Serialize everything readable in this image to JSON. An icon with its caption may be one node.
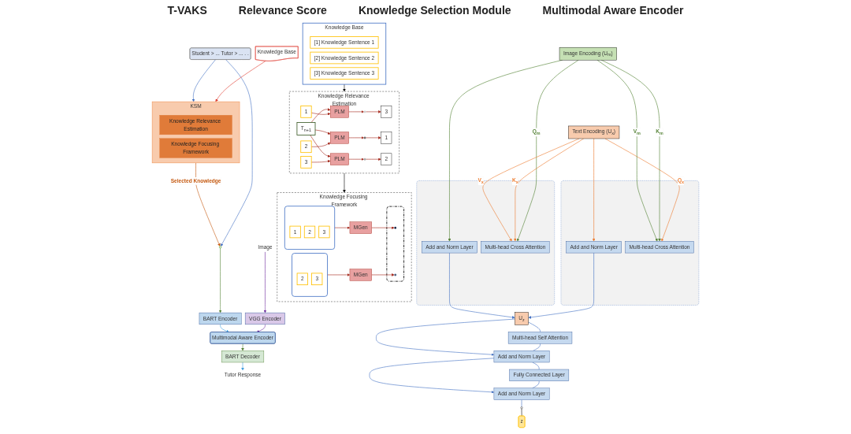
{
  "diagram": {
    "nodes": [
      {
        "text": [
          "Knowledge Base"
        ]
      },
      {
        "text": [
          "KSM"
        ]
      },
      {
        "text": [
          "Knowledge Relevance Estimation"
        ],
        "in": 1
      },
      {
        "text": [
          "Knowledge Focusing Framework"
        ],
        "in": 1
      },
      {
        "text": [
          "Student > ... Tutor > ... . ."
        ]
      },
      {
        "text": [],
        "shape": "circle"
      },
      {
        "text": [
          "Image"
        ]
      },
      {
        "text": [
          "VGG Encoder"
        ]
      },
      {
        "text": [
          "BART Encoder"
        ]
      },
      {
        "text": [
          "Multimodal Aware Encoder"
        ]
      },
      {
        "text": [
          "BART Decoder"
        ]
      },
      {
        "text": [
          "Tutor Response"
        ]
      },
      {
        "text": [
          "Knowledge Base"
        ]
      },
      {
        "text": [
          "[1] Knowledge Sentence 1"
        ],
        "in": 12
      },
      {
        "text": [
          "[2] Knowledge Sentence 2"
        ],
        "in": 12
      },
      {
        "text": [
          "[3] Knowledge Sentence 3"
        ],
        "in": 12
      },
      {
        "text": [
          "Knowledge Relevance Estimation"
        ]
      },
      {
        "text": [
          "T$_{n+1}$"
        ],
        "in": 16
      },
      {
        "text": [
          "1"
        ],
        "in": 16
      },
      {
        "text": [
          "2"
        ],
        "in": 16
      },
      {
        "text": [
          "3"
        ],
        "in": 16
      },
      {
        "text": [
          "PLM"
        ],
        "in": 16
      },
      {
        "text": [
          "PLM"
        ],
        "in": 16
      },
      {
        "text": [
          "PLM"
        ],
        "in": 16
      },
      {
        "text": [],
        "shape": "circle",
        "in": 16
      },
      {
        "text": [],
        "shape": "circle",
        "in": 16
      },
      {
        "text": [],
        "shape": "circle",
        "in": 16
      },
      {
        "text": [
          "3"
        ],
        "in": 16
      },
      {
        "text": [
          "1"
        ],
        "in": 16
      },
      {
        "text": [
          "2"
        ],
        "in": 16
      },
      {
        "text": [
          "Knowledge Focusing Framework"
        ]
      },
      {
        "text": [],
        "shape": "box",
        "in": 30
      },
      {
        "text": [
          "1"
        ],
        "in": 31
      },
      {
        "text": [
          "2"
        ],
        "in": 31
      },
      {
        "text": [
          "3"
        ],
        "in": 31
      },
      {
        "text": [],
        "shape": "box",
        "in": 30
      },
      {
        "text": [
          "2"
        ],
        "in": 35
      },
      {
        "text": [
          "3"
        ],
        "in": 35
      },
      {
        "text": [
          "MGen"
        ],
        "in": 30
      },
      {
        "text": [
          "MGen"
        ],
        "in": 30
      },
      {
        "text": [],
        "shape": "box",
        "in": 30
      },
      {
        "text": [],
        "shape": "circle",
        "in": 40
      },
      {
        "text": [],
        "shape": "circle",
        "in": 40
      },
      {
        "text": [
          "z"
        ]
      },
      {
        "text": [],
        "shape": "circle"
      },
      {
        "text": [
          "Add and Norm Layer"
        ]
      },
      {
        "text": [
          "Fully Connected Layer"
        ]
      },
      {
        "text": [
          "Add and Norm Layer"
        ]
      },
      {
        "text": [
          "Multi-head Self Attention"
        ]
      },
      {
        "text": [
          "U$_{z}$"
        ]
      },
      {
        "text": [],
        "shape": "box"
      },
      {
        "text": [
          "Add and Norm Layer"
        ],
        "in": 50
      },
      {
        "text": [
          "Multi-head Cross Attention"
        ],
        "in": 50
      },
      {
        "text": [],
        "shape": "box"
      },
      {
        "text": [
          "Add and Norm Layer"
        ],
        "in": 53
      },
      {
        "text": [
          "Multi-head Cross Attention"
        ],
        "in": 53
      },
      {
        "text": [
          "Text Encoding (U$_{x}$)"
        ]
      },
      {
        "text": [
          "Image Encoding (U$_{m}$)"
        ]
      }
    ],
    "edges": [
      {
        "from": 0,
        "to": 1,
        "arrow": "to",
        "color": "#e03c31"
      },
      {
        "from": 4,
        "to": 1,
        "arrow": "to",
        "color": "#4472c4"
      },
      {
        "from": 1,
        "to": 5,
        "arrow": "to",
        "label": "Selected Knowledge",
        "color": "#c55a11"
      },
      {
        "from": 4,
        "to": 5,
        "arrow": "to",
        "color": "#4472c4"
      },
      {
        "from": 5,
        "to": 8,
        "arrow": "to",
        "color": "#548235"
      },
      {
        "from": 6,
        "to": 7,
        "arrow": "to",
        "color": "#7030a0"
      },
      {
        "from": 7,
        "to": 9,
        "arrow": "to",
        "color": "#7030a0"
      },
      {
        "from": 8,
        "to": 9,
        "arrow": "to",
        "color": "#41a0e0"
      },
      {
        "from": 9,
        "to": 10,
        "arrow": "to",
        "color": "#548235"
      },
      {
        "from": 10,
        "to": 11,
        "arrow": "to",
        "color": "#41a0e0"
      },
      {
        "from": 12,
        "to": 16,
        "arrow": "to",
        "color": "#000000"
      },
      {
        "from": 16,
        "to": 30,
        "arrow": "to",
        "color": "#000000"
      },
      {
        "from": 17,
        "to": 21,
        "arrow": "to"
      },
      {
        "from": 17,
        "to": 22,
        "arrow": "to"
      },
      {
        "from": 17,
        "to": 23,
        "arrow": "to"
      },
      {
        "from": 18,
        "to": 21,
        "arrow": "to"
      },
      {
        "from": 19,
        "to": 22,
        "arrow": "to"
      },
      {
        "from": 20,
        "to": 23,
        "arrow": "to"
      },
      {
        "from": 21,
        "to": 24,
        "arrow": "to"
      },
      {
        "from": 22,
        "to": 25,
        "arrow": "to"
      },
      {
        "from": 23,
        "to": 26,
        "arrow": "to"
      },
      {
        "from": 24,
        "to": 27,
        "arrow": "to"
      },
      {
        "from": 25,
        "to": 28,
        "arrow": "to"
      },
      {
        "from": 26,
        "to": 29,
        "arrow": "to"
      },
      {
        "from": 31,
        "to": 38,
        "arrow": "to"
      },
      {
        "from": 35,
        "to": 39,
        "arrow": "to"
      },
      {
        "from": 38,
        "to": 41,
        "arrow": "to"
      },
      {
        "from": 39,
        "to": 42,
        "arrow": "to"
      },
      {
        "from": 44,
        "to": 43,
        "arrow": "none",
        "color": "#000000"
      },
      {
        "from": 45,
        "to": 44,
        "arrow": "none",
        "color": "#4472c4"
      },
      {
        "from": 46,
        "to": 45,
        "arrow": "none",
        "color": "#4472c4"
      },
      {
        "from": 47,
        "to": 46,
        "arrow": "none",
        "color": "#4472c4"
      },
      {
        "from": 48,
        "to": 47,
        "arrow": "none",
        "color": "#4472c4"
      },
      {
        "from": 49,
        "to": 48,
        "arrow": "none",
        "color": "#4472c4"
      },
      {
        "from": 47,
        "to": 45,
        "arrow": "to",
        "color": "#4472c4"
      },
      {
        "from": 49,
        "to": 47,
        "arrow": "to",
        "color": "#4472c4"
      },
      {
        "from": 51,
        "to": 49,
        "arrow": "to",
        "color": "#4472c4"
      },
      {
        "from": 54,
        "to": 49,
        "arrow": "to",
        "color": "#4472c4"
      },
      {
        "from": 56,
        "to": 52,
        "arrow": "to",
        "label": "Q$_{x}$",
        "color": "#ed7d31"
      },
      {
        "from": 57,
        "to": 52,
        "arrow": "to",
        "label": "K$_{m}$",
        "color": "#548235"
      },
      {
        "from": 57,
        "to": 52,
        "arrow": "to",
        "label": "V$_{m}$",
        "color": "#548235"
      },
      {
        "from": 57,
        "to": 55,
        "arrow": "to",
        "label": "Q$_{m}$",
        "color": "#548235"
      },
      {
        "from": 56,
        "to": 55,
        "arrow": "to",
        "label": "K$_{x}$",
        "color": "#ed7d31"
      },
      {
        "from": 56,
        "to": 55,
        "arrow": "to",
        "label": "V$_{x}$",
        "color": "#ed7d31"
      },
      {
        "from": 56,
        "to": 51,
        "arrow": "to",
        "color": "#ed7d31"
      },
      {
        "from": 57,
        "to": 54,
        "arrow": "to",
        "color": "#548235"
      }
    ],
    "labels": [
      "T-VAKS",
      "Relevance Score",
      "Knowledge Selection Module",
      "Multimodal Aware Encoder"
    ]
  }
}
